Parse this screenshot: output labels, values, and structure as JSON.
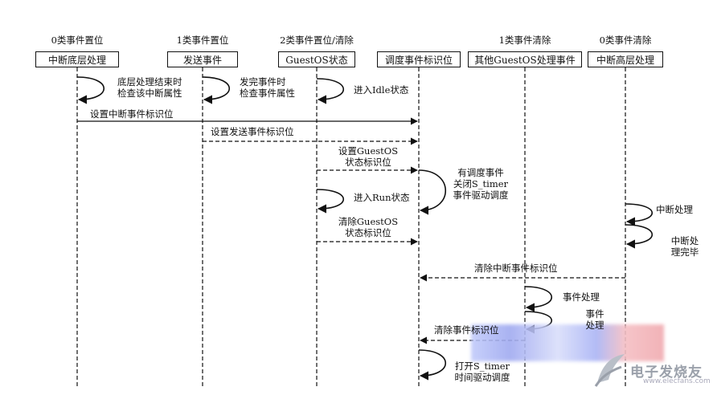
{
  "lanes": [
    {
      "id": "l0",
      "top_label": "0类事件置位",
      "box": "中断底层处理"
    },
    {
      "id": "l1",
      "top_label": "1类事件置位",
      "box": "发送事件"
    },
    {
      "id": "l2",
      "top_label": "2类事件置位/清除",
      "box": "GuestOS状态"
    },
    {
      "id": "l3",
      "top_label": "",
      "box": "调度事件标识位"
    },
    {
      "id": "l4",
      "top_label": "1类事件清除",
      "box": "其他GuestOS处理事件"
    },
    {
      "id": "l5",
      "top_label": "0类事件清除",
      "box": "中断高层处理"
    }
  ],
  "self_loops": [
    {
      "id": "s1",
      "lane": "l0",
      "lines": [
        "底层处理结束时",
        "检查该中断属性"
      ]
    },
    {
      "id": "s2",
      "lane": "l1",
      "lines": [
        "发完事件时",
        "检查事件属性"
      ]
    },
    {
      "id": "s3",
      "lane": "l2",
      "lines": [
        "进入Idle状态"
      ]
    },
    {
      "id": "s4",
      "lane": "l3",
      "lines": [
        "有调度事件",
        "关闭S_timer",
        "事件驱动调度"
      ]
    },
    {
      "id": "s5",
      "lane": "l2",
      "lines": [
        "进入Run状态"
      ]
    },
    {
      "id": "s6",
      "lane": "l5",
      "lines": [
        "中断处理"
      ]
    },
    {
      "id": "s7",
      "lane": "l5",
      "lines": [
        "中断处",
        "理完毕"
      ]
    },
    {
      "id": "s8",
      "lane": "l4",
      "lines": [
        "事件处理"
      ]
    },
    {
      "id": "s9",
      "lane": "l4",
      "lines": [
        "事件",
        "处理"
      ]
    },
    {
      "id": "s10",
      "lane": "l3",
      "lines": [
        "打开S_timer",
        "时间驱动调度"
      ]
    }
  ],
  "messages": [
    {
      "id": "m1",
      "from": "l0",
      "to": "l3",
      "style": "solid",
      "lines": [
        "设置中断事件标识位"
      ]
    },
    {
      "id": "m2",
      "from": "l1",
      "to": "l3",
      "style": "dashed",
      "lines": [
        "设置发送事件标识位"
      ]
    },
    {
      "id": "m3",
      "from": "l2",
      "to": "l3",
      "style": "dashed",
      "lines": [
        "设置GuestOS",
        "状态标识位"
      ]
    },
    {
      "id": "m4",
      "from": "l2",
      "to": "l3",
      "style": "dashed",
      "lines": [
        "清除GuestOS",
        "状态标识位"
      ]
    },
    {
      "id": "m5",
      "from": "l5",
      "to": "l3",
      "style": "dashed",
      "lines": [
        "清除中断事件标识位"
      ]
    },
    {
      "id": "m6",
      "from": "l4",
      "to": "l3",
      "style": "dashed",
      "lines": [
        "清除事件标识位"
      ]
    }
  ],
  "watermark": {
    "brand": "电子发烧友",
    "url": "www.elecfans.com"
  }
}
